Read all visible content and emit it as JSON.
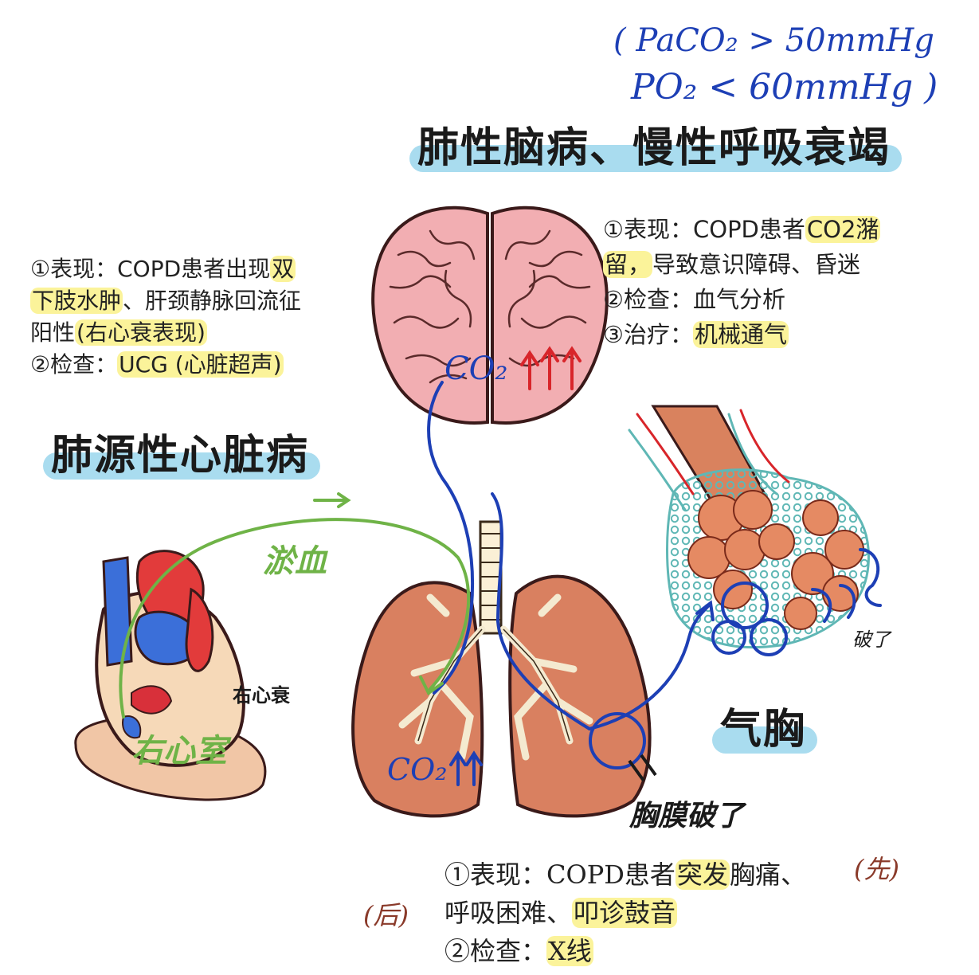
{
  "blood_gas": {
    "line1": "( PaCO₂ > 50mmHg",
    "line2": "PO₂ < 60mmHg )"
  },
  "sections": {
    "encephalopathy": {
      "title": "肺性脑病、慢性呼吸衰竭",
      "l1a": "①表现：COPD患者",
      "l1b": "CO2潴",
      "l2a": "留，",
      "l2b": "导致意识障碍、昏迷",
      "l3": "②检查：血气分析",
      "l4a": "③治疗：",
      "l4b": "机械通气"
    },
    "cor_pulmonale": {
      "title": "肺源性心脏病",
      "l1a": "①表现：COPD患者出现",
      "l1b": "双",
      "l2a": "下肢水肿",
      "l2b": "、肝颈静脉回流征",
      "l3a": "阳性",
      "l3b": "(右心衰表现)",
      "l4a": "②检查：",
      "l4b": "UCG (心脏超声)"
    },
    "pneumothorax": {
      "title": "气胸",
      "l1a": "①表现：COPD患者",
      "l1b": "突发",
      "l1c": "胸痛、",
      "l2a": "呼吸困难、",
      "l2b": "叩诊鼓音",
      "l3a": "②检查：",
      "l3b": "X线"
    }
  },
  "handwritten": {
    "brain_co2": "CO₂",
    "lung_co2": "CO₂",
    "congestion": "淤血",
    "right_ventricle": "右心室",
    "right_heart_failure": "右心衰",
    "pleura_rupture": "胸膜破了",
    "alveoli_rupture": "破了",
    "first": "(先)",
    "after": "(后)"
  },
  "colors": {
    "title_bar": "#a9dcef",
    "highlight": "#fbf39a",
    "blue_ink": "#1d3fb5",
    "green_ink": "#6fb347",
    "red_ink": "#d8252a",
    "brown_ink": "#8a3a2a",
    "brain": "#f2aeb2",
    "lung": "#d98060",
    "alveoli": "#e58a63",
    "mesh": "#5fb7b5"
  },
  "icons": [
    "brain-illustration",
    "lungs-illustration",
    "heart-illustration",
    "alveoli-illustration"
  ]
}
